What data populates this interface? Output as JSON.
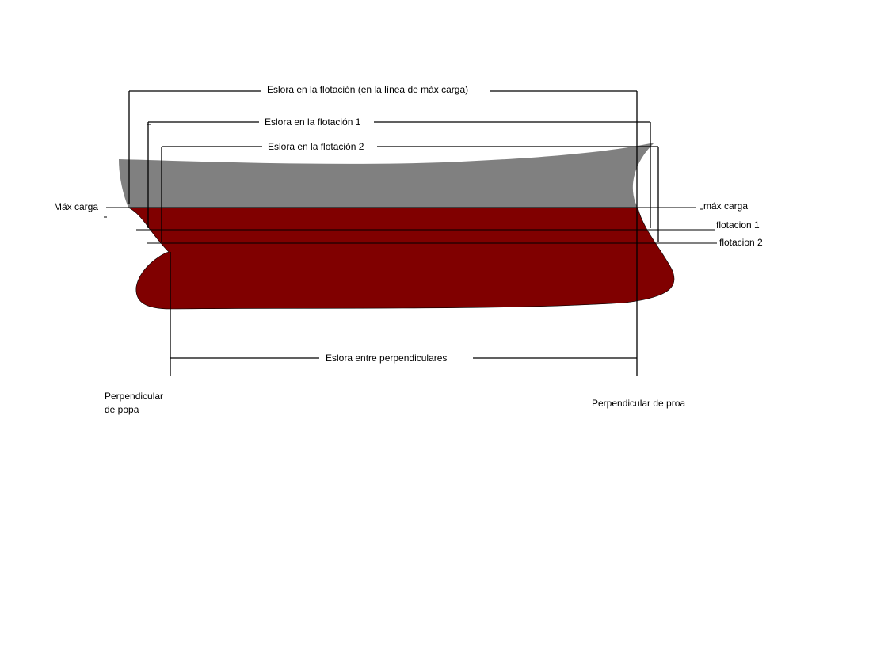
{
  "colors": {
    "above_waterline": "#808080",
    "below_waterline": "#800000",
    "lines": "#000000",
    "background": "#ffffff"
  },
  "labels": {
    "loa_waterline_max": "Eslora en la flotación (en la línea de máx carga)",
    "waterline_length_1": "Eslora en la flotación 1",
    "waterline_length_2": "Eslora en la flotación 2",
    "max_load_left": "Máx carga",
    "max_load_right": "máx carga",
    "waterline_1": "flotacion 1",
    "waterline_2": "flotacion 2",
    "length_between_perpendiculars": "Eslora entre perpendiculares",
    "aft_perpendicular_line1": "Perpendicular",
    "aft_perpendicular_line2": "de popa",
    "fwd_perpendicular": "Perpendicular de proa"
  }
}
